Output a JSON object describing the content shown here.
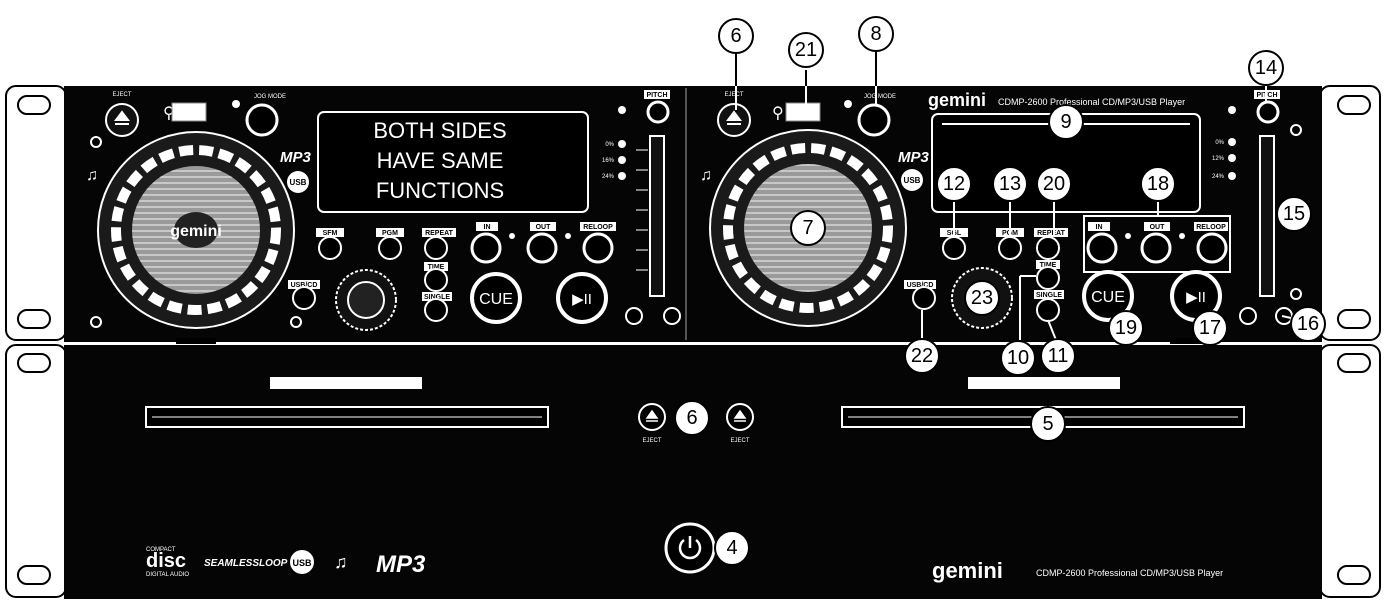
{
  "display": {
    "line1": "BOTH SIDES",
    "line2": "HAVE SAME",
    "line3": "FUNCTIONS"
  },
  "brand": {
    "logo": "gemini",
    "model_top": "CDMP-2600 Professional CD/MP3/USB Player",
    "model_bottom": "CDMP-2600 Professional CD/MP3/USB Player"
  },
  "left_unit": {
    "eject_label": "EJECT",
    "jog_mode": "JOG MODE",
    "pitch": "PITCH",
    "pitch_ranges": [
      "0%",
      "16%",
      "24%"
    ],
    "mp3": "MP3",
    "usb": "USB",
    "jog_logo": "gemini",
    "buttons": {
      "sgl": "SFM",
      "pgm": "PGM",
      "repeat": "REPEAT",
      "in": "IN",
      "out": "OUT",
      "reloop": "RELOOP",
      "time": "TIME",
      "single": "SINGLE",
      "usb_cd": "USB/CD",
      "cue": "CUE",
      "play": "▶II"
    }
  },
  "right_unit": {
    "eject_label": "EJECT",
    "jog_mode": "JOG MODE",
    "pitch": "PITCH",
    "pitch_ranges": [
      "0%",
      "12%",
      "24%"
    ],
    "mp3": "MP3",
    "usb": "USB",
    "buttons": {
      "sgl": "SGL",
      "pgm": "PGM",
      "repeat": "REPEAT",
      "in": "IN",
      "out": "OUT",
      "reloop": "RELOOP",
      "time": "TIME",
      "single": "SINGLE",
      "usb_cd": "USB/CD",
      "cue": "CUE",
      "play": "▶II"
    }
  },
  "transport": {
    "eject_left": "EJECT",
    "eject_right": "EJECT"
  },
  "bottom_logos": {
    "disc_top": "COMPACT",
    "disc": "disc",
    "disc_sub": "DIGITAL AUDIO",
    "seamless": "SEAMLESSLOOP",
    "usb": "USB",
    "mp3": "MP3"
  },
  "callouts": [
    "4",
    "5",
    "6",
    "6",
    "7",
    "8",
    "9",
    "10",
    "11",
    "12",
    "13",
    "14",
    "15",
    "16",
    "17",
    "18",
    "19",
    "20",
    "21",
    "22",
    "23"
  ]
}
